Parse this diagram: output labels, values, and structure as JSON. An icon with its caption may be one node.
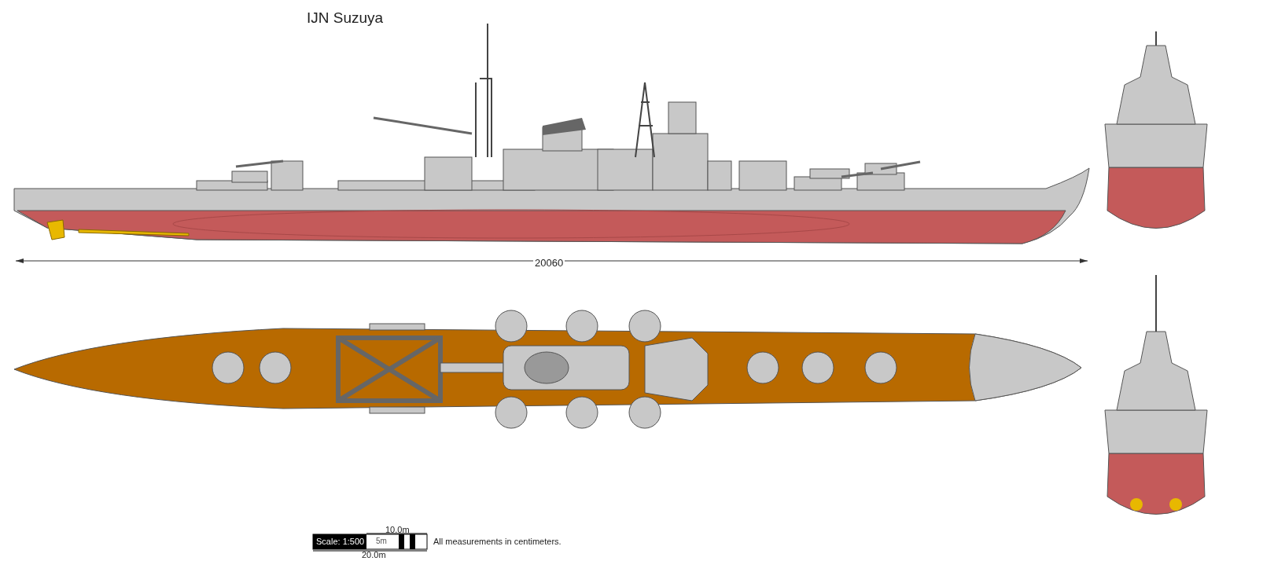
{
  "diagram": {
    "title": "IJN Suzuya",
    "labels": [
      "20060",
      "10.0m",
      "5m",
      "Scale: 1:500",
      "20.0m",
      "All measurements in centimeters."
    ]
  }
}
